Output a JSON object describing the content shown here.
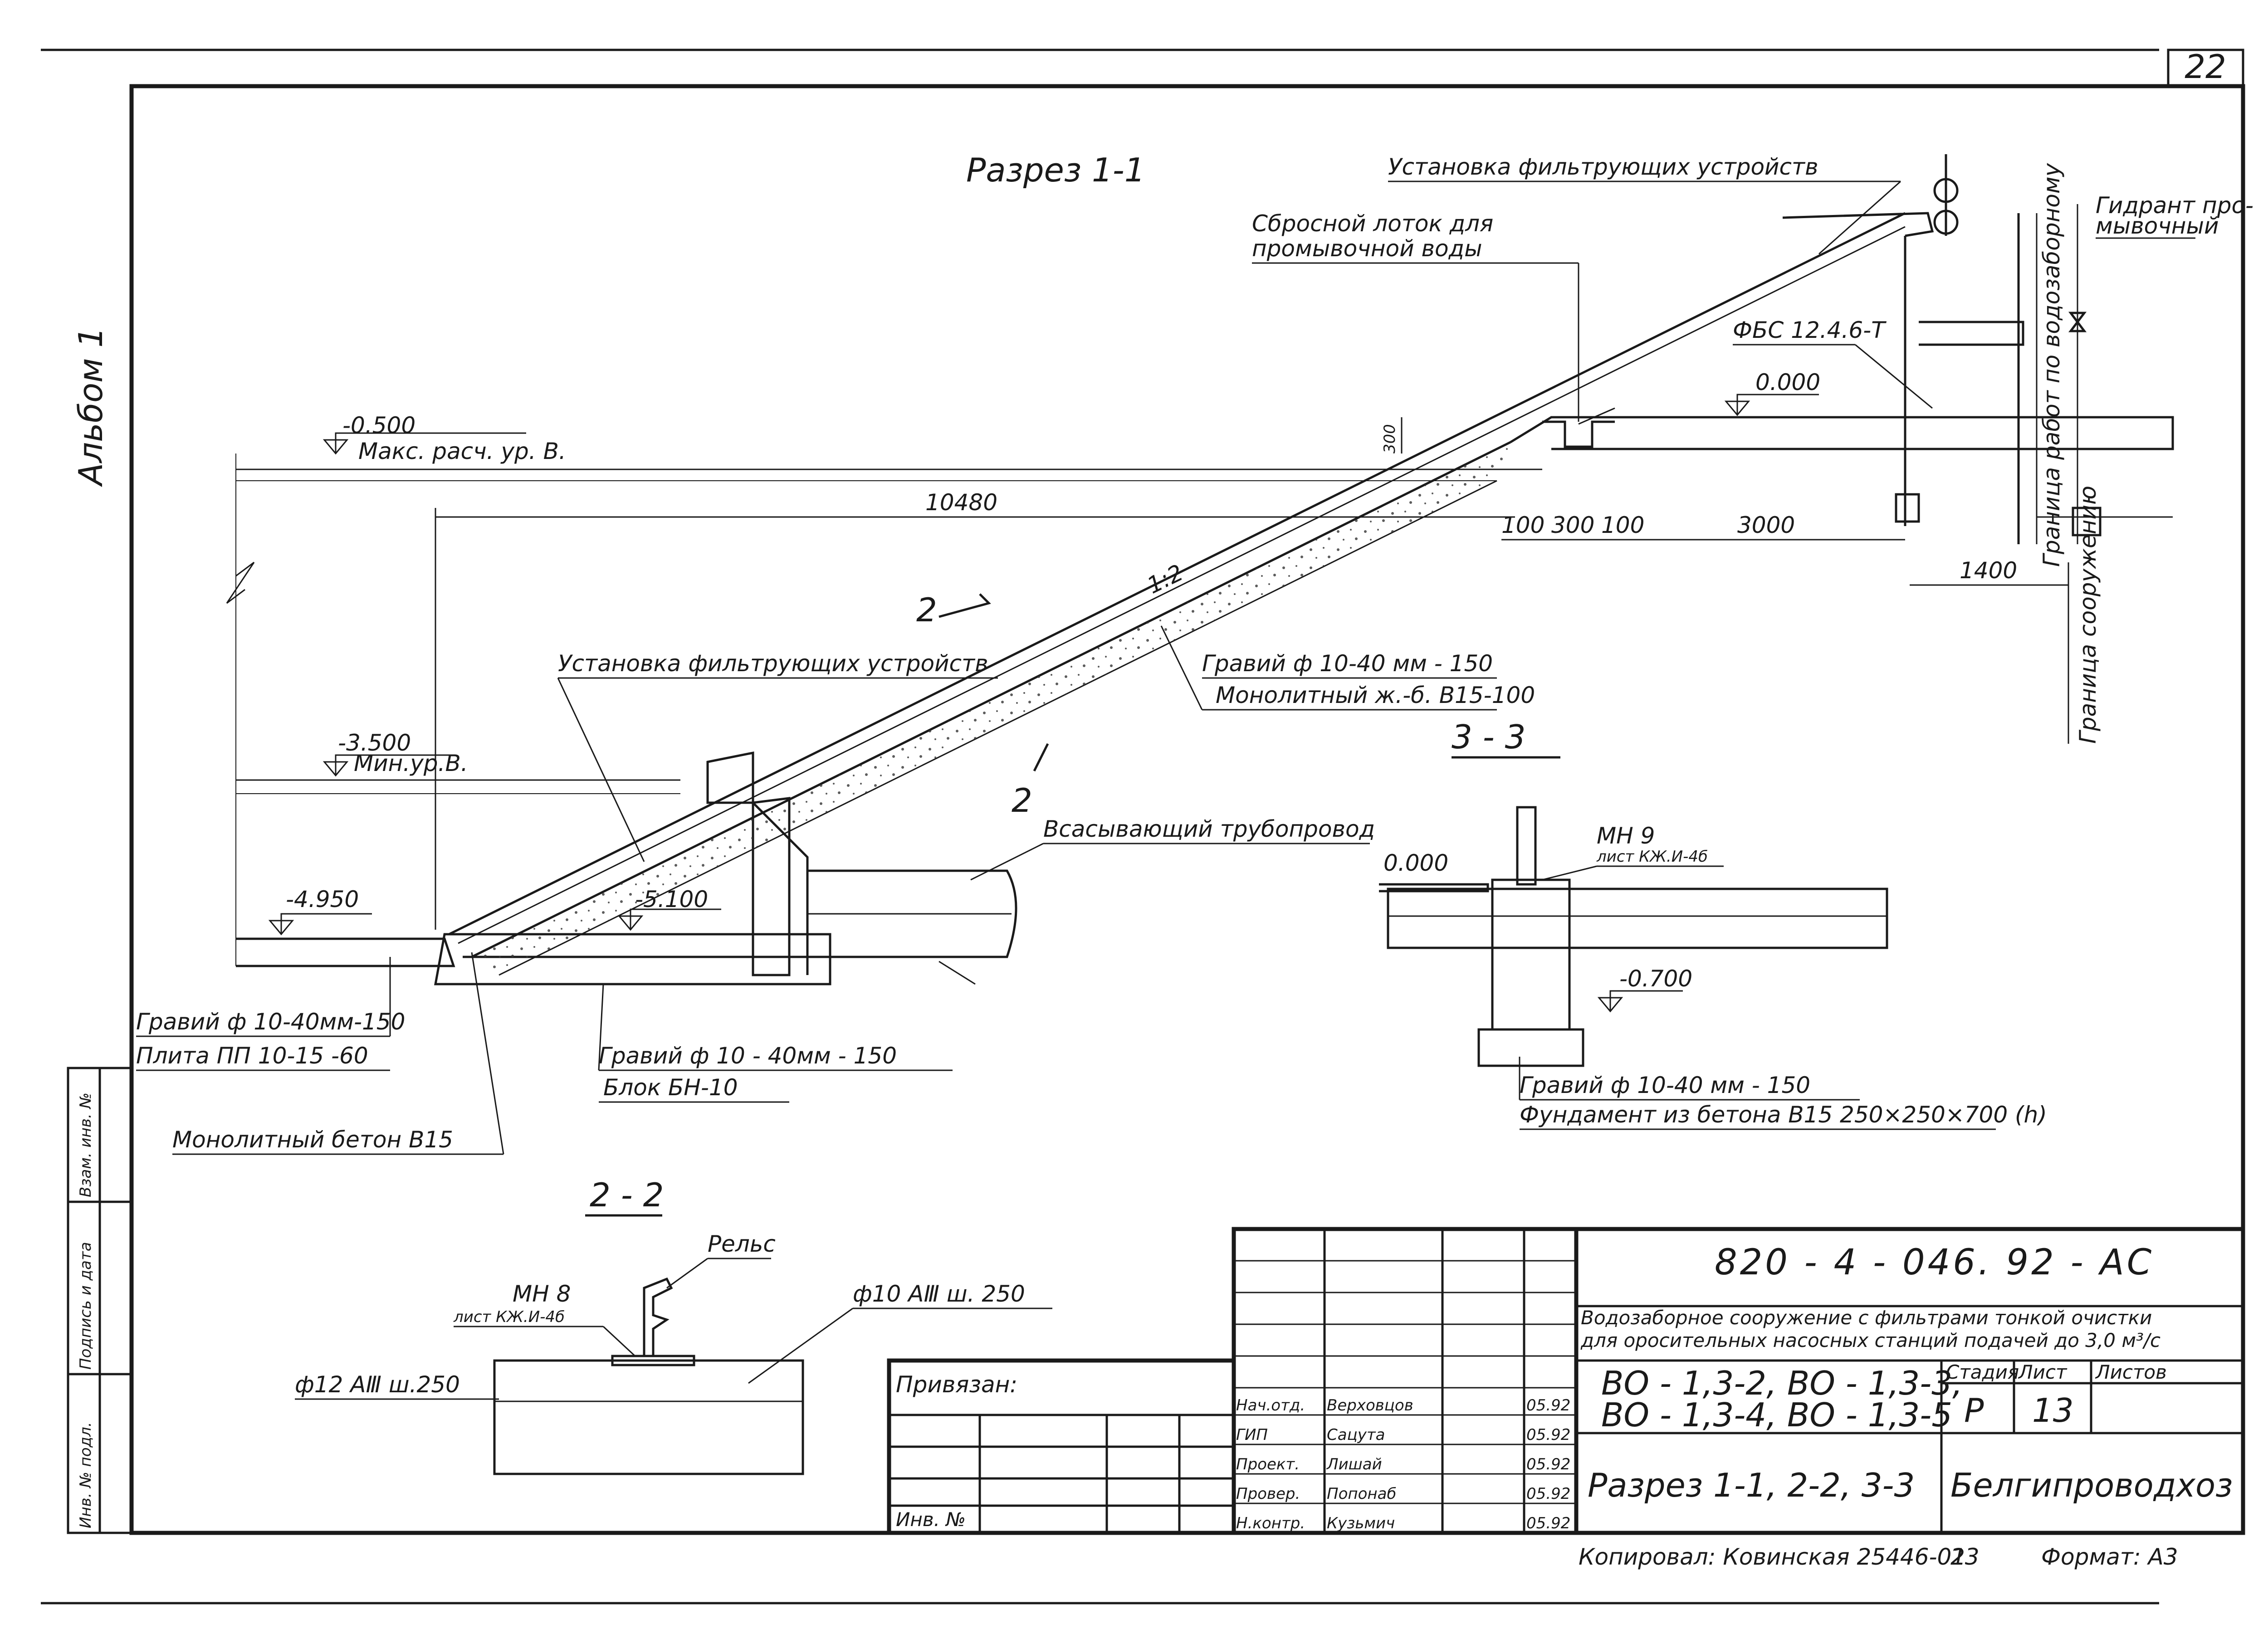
{
  "sheet": {
    "page_number": "22",
    "album_label": "Альбом 1"
  },
  "side_stamp": {
    "cells": [
      "Инв. № подл.",
      "Подпись и дата",
      "Взам. инв. №"
    ]
  },
  "section_1_1": {
    "title": "Разрез 1-1",
    "labels": {
      "filter_devices_top": "Установка фильтрующих устройств",
      "drain_tray": [
        "Сбросной лоток для",
        "промывочной воды"
      ],
      "hydrant": [
        "Гидрант про-",
        "мывочный"
      ],
      "fbs_block": "ФБС 12.4.6-Т",
      "level_zero": "0.000",
      "level_max": "-0.500",
      "max_water_level": "Макс. расч. ур. В.",
      "dim_10480": "10480",
      "dims_row": [
        "100",
        "300",
        "100",
        "3000"
      ],
      "dim_300": "300",
      "dim_1400": "1400",
      "slope": "1:2",
      "section_mark": "2",
      "filter_devices_lower": "Установка фильтрующих устройств",
      "gravel_slope": "Гравий ф 10-40 мм - 150",
      "monolithic_rc": "Монолитный ж.-б. В15-100",
      "level_min": "-3.500",
      "min_water_level": "Мин.ур.В.",
      "suction_pipe": "Всасывающий трубопровод",
      "level_4950": "-4.950",
      "level_5100": "-5.100",
      "gravel_left": "Гравий ф 10-40мм-150",
      "plate": "Плита ПП 10-15 -60",
      "gravel_mid": "Гравий ф 10 - 40мм - 150",
      "block": "Блок БН-10",
      "monolithic_concrete": "Монолитный бетон В15",
      "boundary_vertical_1": "Граница работ по водозаборному",
      "boundary_vertical_2": "Граница сооружению"
    }
  },
  "section_3_3": {
    "title": "3 - 3",
    "labels": {
      "mn": "МН 9",
      "sheet_ref": "лист КЖ.И-4б",
      "level_zero": "0.000",
      "level_700": "-0.700",
      "gravel": "Гравий ф 10-40 мм - 150",
      "foundation": "Фундамент из бетона В15 250×250×700 (h)"
    }
  },
  "section_2_2": {
    "title": "2 - 2",
    "labels": {
      "rail": "Рельс",
      "mn": "МН 8",
      "sheet_ref": "лист КЖ.И-4б",
      "rebar_top": "ф10 АⅢ ш. 250",
      "rebar_left": "ф12 АⅢ ш.250"
    }
  },
  "title_block": {
    "code": "820 - 4 - 046. 92 - АС",
    "description_1": "Водозаборное сооружение с фильтрами тонкой очистки",
    "description_2": "для оросительных насосных станций подачей до 3,0 м³/с",
    "variants_1": "ВО - 1,3-2, ВО - 1,3-3,",
    "variants_2": "ВО - 1,3-4, ВО - 1,3-5",
    "sheet_title": "Разрез 1-1, 2-2, 3-3",
    "stage_header": "Стадия",
    "sheet_header": "Лист",
    "sheets_header": "Листов",
    "stage": "Р",
    "sheet": "13",
    "organization": "Белгипроводхоз",
    "bound": "Привязан:",
    "inv_no": "Инв. №",
    "signatures": [
      {
        "role": "Нач.отд.",
        "name": "Верховцов",
        "date": "05.92"
      },
      {
        "role": "ГИП",
        "name": "Сацута",
        "date": "05.92"
      },
      {
        "role": "Проект.",
        "name": "Лишай",
        "date": "05.92"
      },
      {
        "role": "Провер.",
        "name": "Попонаб",
        "date": "05.92"
      },
      {
        "role": "Н.контр.",
        "name": "Кузьмич",
        "date": "05.92"
      }
    ]
  },
  "footer": {
    "copied": "Копировал: Ковинская 25446-01",
    "number": "23",
    "format": "Формат: А3"
  }
}
